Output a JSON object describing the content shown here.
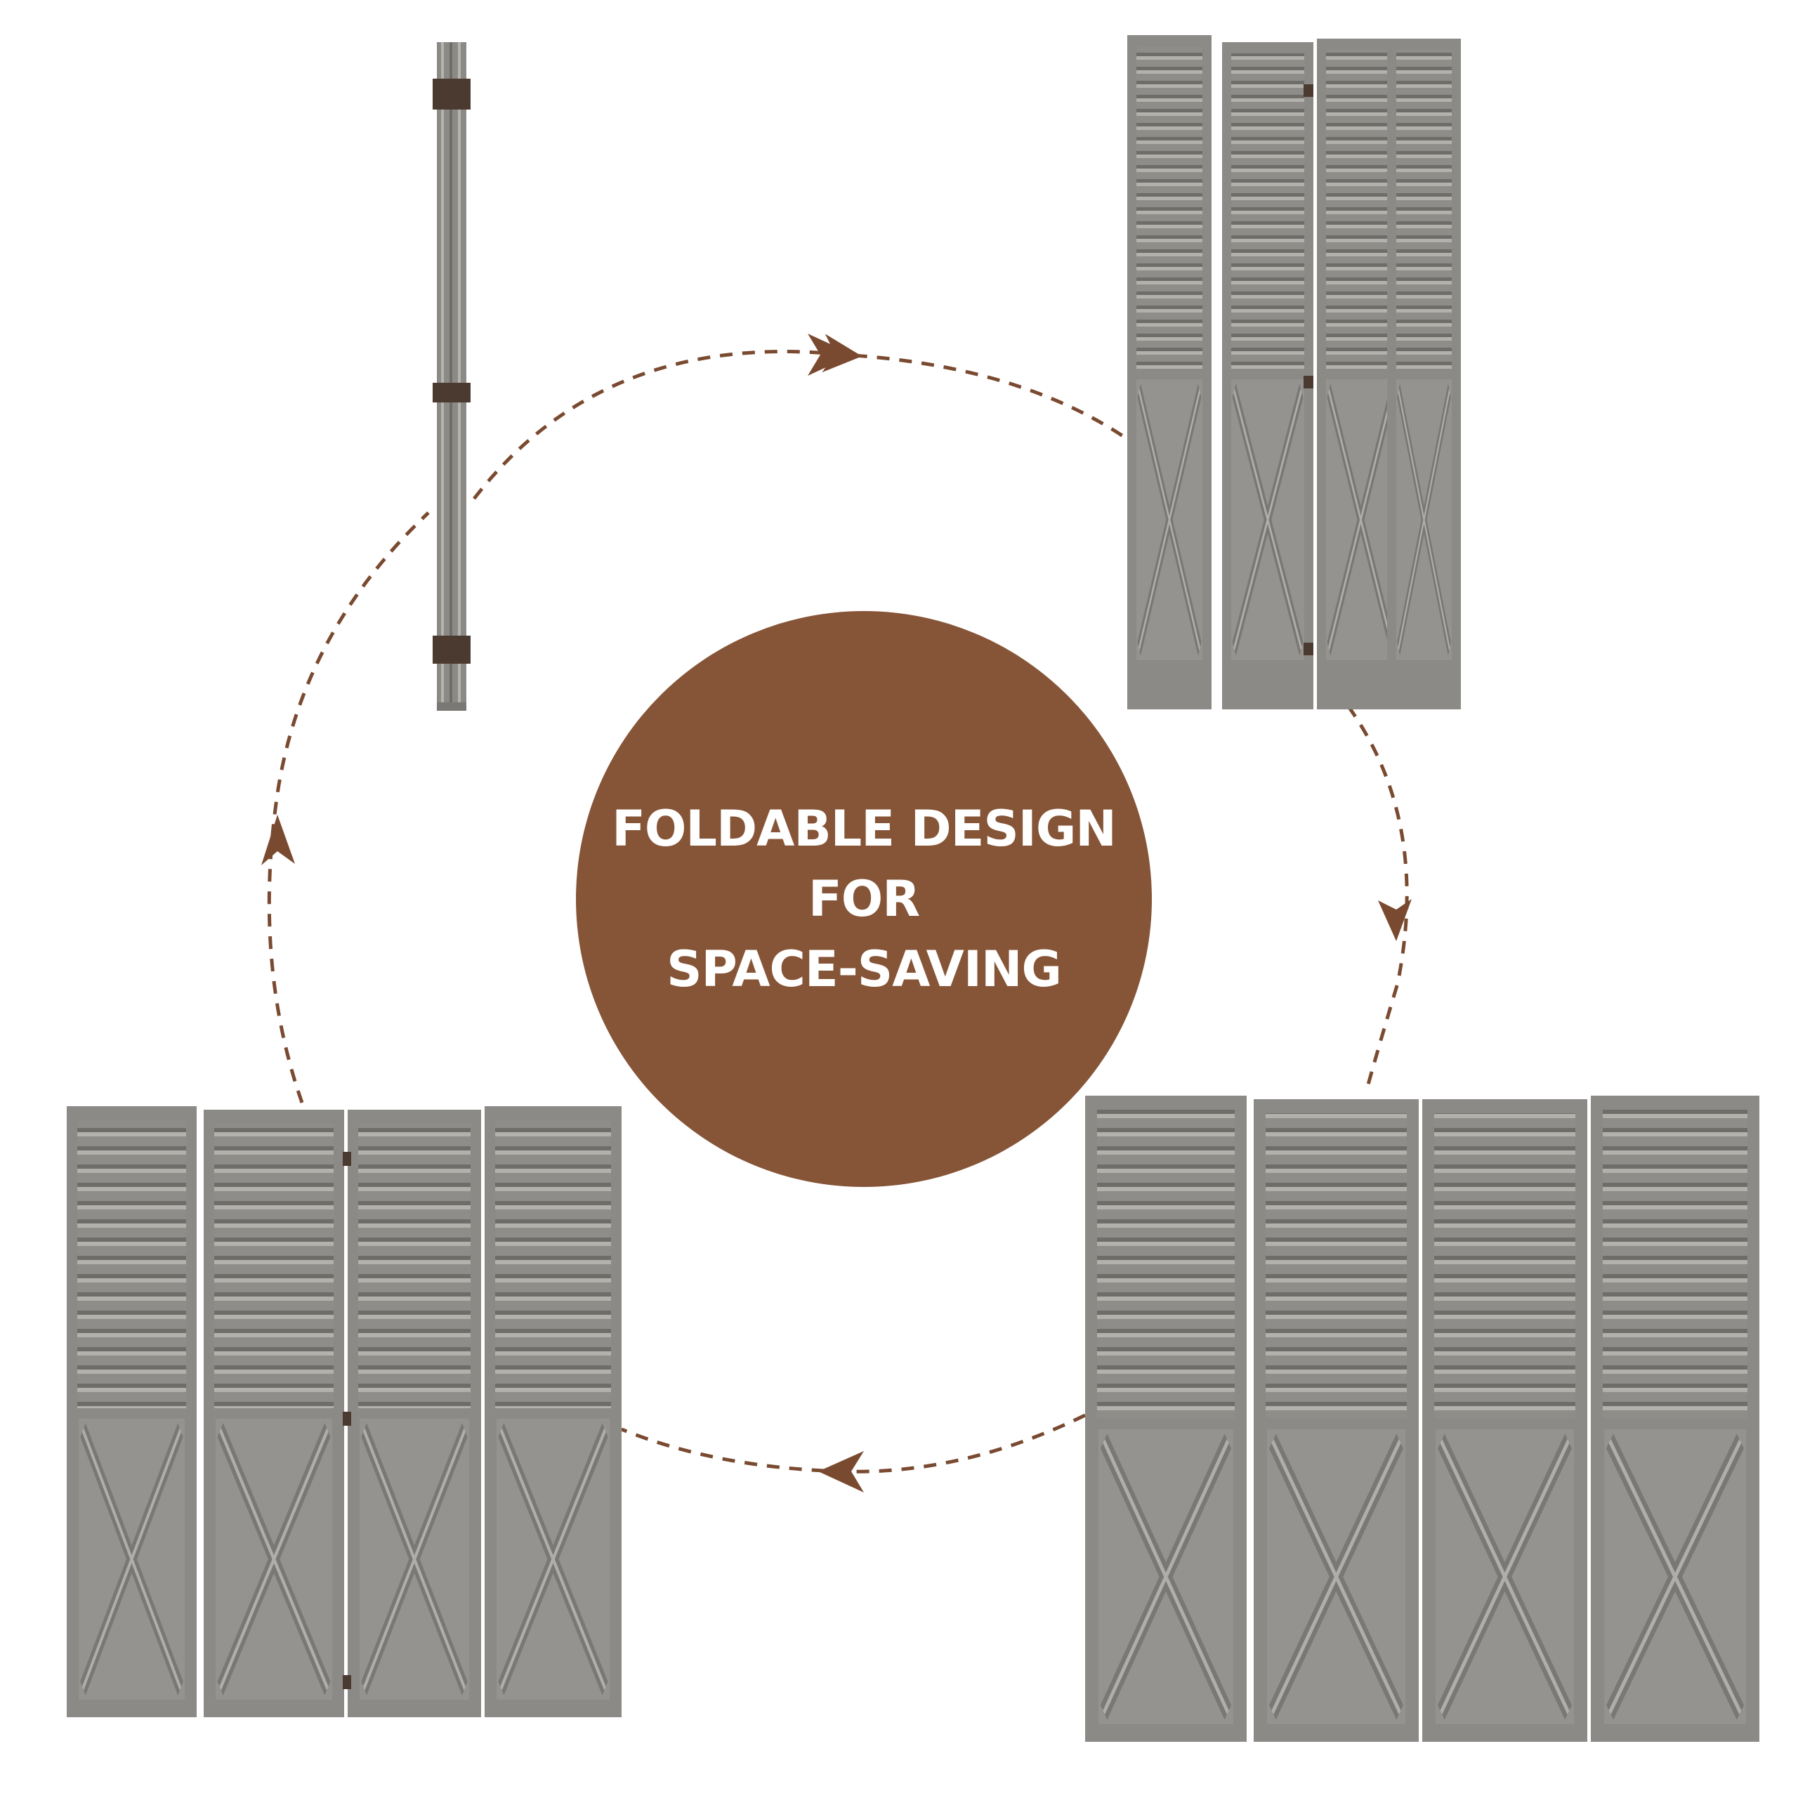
{
  "headline": {
    "line1": "FOLDABLE DESIGN",
    "line2": "FOR",
    "line3": "SPACE-SAVING"
  },
  "colors": {
    "badge": "#865537",
    "arrow": "#7a4a30",
    "wood": "#8c8a86",
    "wood_light": "#a6a49f",
    "wood_dark": "#6e6c68",
    "hinge": "#4b3a30"
  },
  "screen": {
    "panel_count": 4,
    "style": "louvered top, X-brace bottom",
    "states": [
      "folded",
      "partly-folded",
      "fully-open",
      "zigzag-open"
    ]
  }
}
